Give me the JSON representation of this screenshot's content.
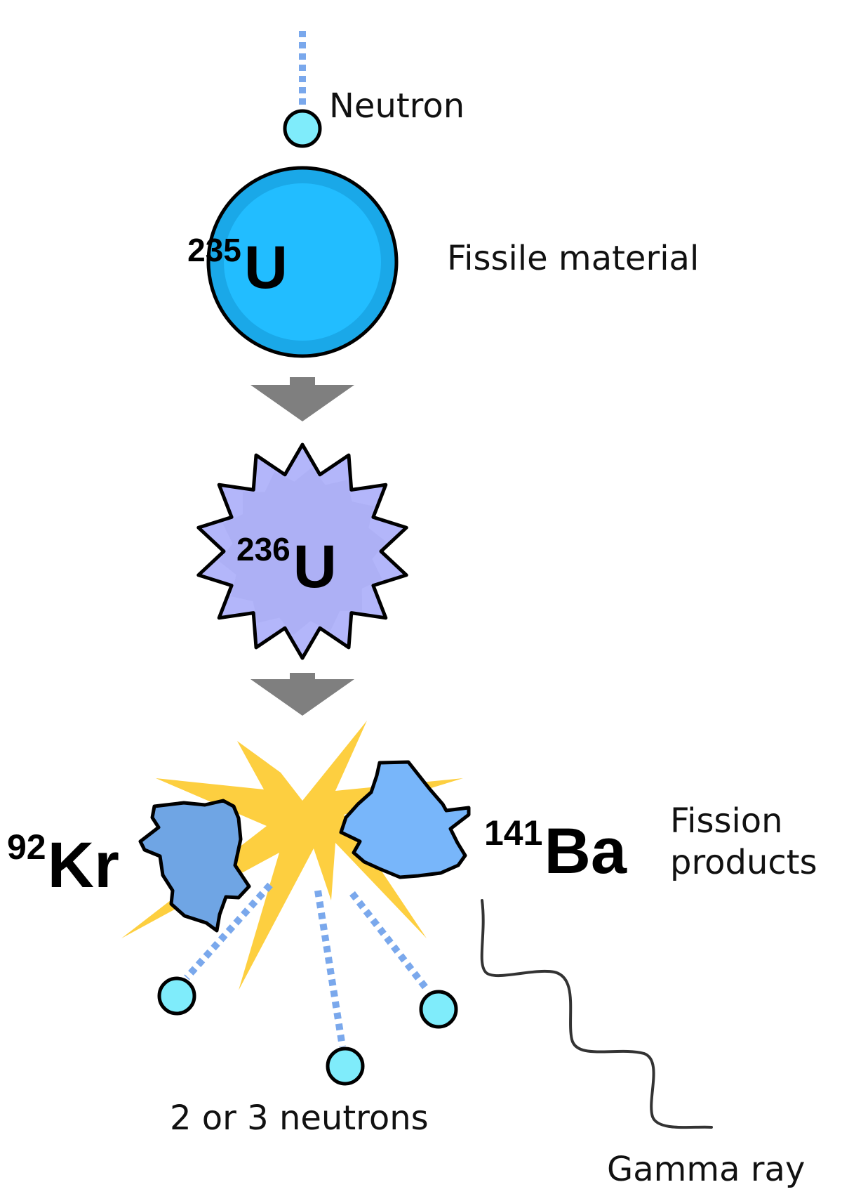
{
  "labels": {
    "neutron": "Neutron",
    "fissile": "Fissile material",
    "fission_line1": "Fission",
    "fission_line2": "products",
    "neutrons_out": "2 or 3 neutrons",
    "gamma": "Gamma ray"
  },
  "nuclides": {
    "u235": {
      "mass": "235",
      "symbol": "U"
    },
    "u236": {
      "mass": "236",
      "symbol": "U"
    },
    "kr92": {
      "mass": "92",
      "symbol": "Kr"
    },
    "ba141": {
      "mass": "141",
      "symbol": "Ba"
    }
  },
  "colors": {
    "neutron": "#7fecfb",
    "neutron_track": "#7aa8ec",
    "u235": "#21b8fb",
    "u235_inner": "#22bdff",
    "u236": "#b3b6fa",
    "kr": "#6fa5e4",
    "ba": "#78b6fa",
    "flash": "#fdcf40",
    "arrow": "#7f7f7f",
    "gamma": "#333333"
  }
}
